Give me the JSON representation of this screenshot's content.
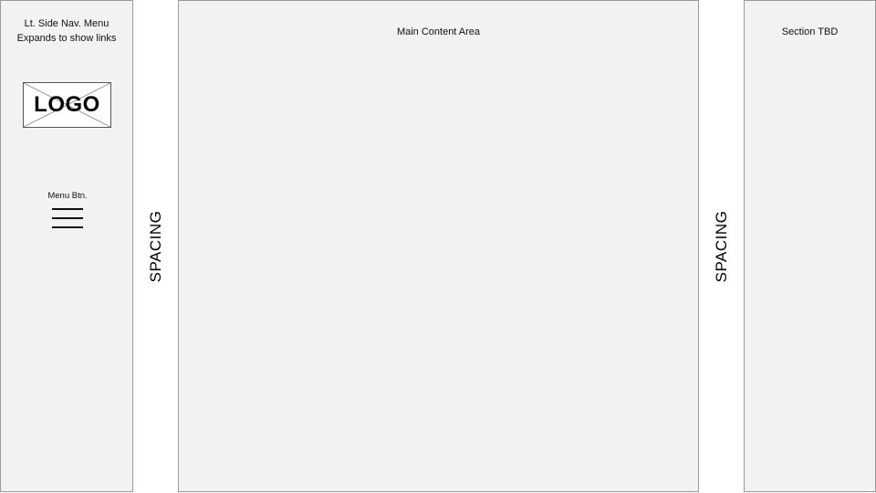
{
  "sidenav": {
    "title_line1": "Lt. Side Nav. Menu",
    "title_line2": "Expands to show links",
    "logo_text": "LOGO",
    "menu_button_label": "Menu Btn.",
    "menu_icon": "hamburger-icon"
  },
  "spacing": {
    "left_label": "SPACING",
    "right_label": "SPACING"
  },
  "main": {
    "title": "Main Content Area"
  },
  "right_section": {
    "title": "Section TBD"
  },
  "colors": {
    "panel_background": "#f2f2f2",
    "panel_border": "#9a9a9a",
    "page_background": "#ffffff",
    "text": "#111111"
  }
}
